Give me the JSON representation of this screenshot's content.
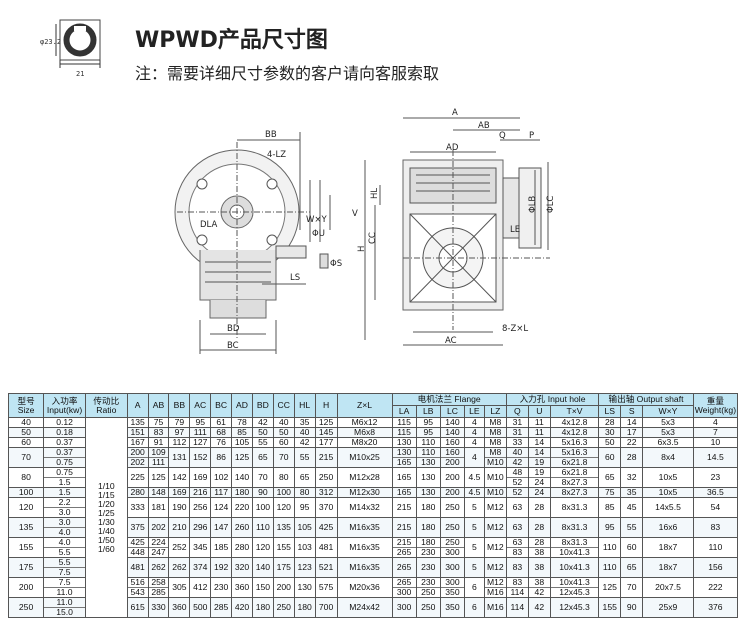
{
  "header": {
    "title": "WPWD产品尺寸图",
    "note": "注：需要详细尺寸参数的客户请向客服索取"
  },
  "drawing_labels": {
    "shaft_icon": {
      "d": "φ23.2",
      "w": "21"
    },
    "left": [
      "BB",
      "4-LZ",
      "DLA",
      "W×Y",
      "V",
      "ΦU",
      "ΦS",
      "LS",
      "BD",
      "BC"
    ],
    "right": [
      "A",
      "AB",
      "Q",
      "P",
      "AD",
      "HL",
      "H",
      "CC",
      "ΦLB",
      "ΦLC",
      "LE",
      "8-Z×L",
      "AC"
    ]
  },
  "table": {
    "head1": [
      {
        "k": "size",
        "label1": "型号",
        "label2": "Size"
      },
      {
        "k": "power",
        "label1": "入功率",
        "label2": "Input(kw)"
      },
      {
        "k": "ratio",
        "label1": "传动比",
        "label2": "Ratio"
      }
    ],
    "dim_cols": [
      "A",
      "AB",
      "BB",
      "AC",
      "BC",
      "AD",
      "BD",
      "CC",
      "HL",
      "H"
    ],
    "zxl": "Z×L",
    "flange_group": "电机法兰 Flange",
    "flange_cols": [
      "LA",
      "LB",
      "LC",
      "LE",
      "LZ"
    ],
    "input_group": "入力孔 Input hole",
    "input_cols": [
      "Q",
      "U",
      "T×V"
    ],
    "output_group": "输出轴 Output shaft",
    "output_cols": [
      "LS",
      "S",
      "W×Y"
    ],
    "weight": {
      "label1": "重量",
      "label2": "Weight(kg)"
    },
    "ratios": [
      "1/10",
      "1/15",
      "1/20",
      "1/25",
      "1/30",
      "1/40",
      "1/50",
      "1/60"
    ],
    "rows": [
      {
        "size": "40",
        "power": [
          "0.12"
        ],
        "A": [
          "135"
        ],
        "AB": [
          "75"
        ],
        "BB": [
          "79"
        ],
        "AC": [
          "95"
        ],
        "BC": [
          "61"
        ],
        "AD": [
          "78"
        ],
        "BD": [
          "42"
        ],
        "CC": [
          "40"
        ],
        "HL": [
          "35"
        ],
        "H": [
          "125"
        ],
        "ZxL": "M6x12",
        "LA": [
          "115"
        ],
        "LB": [
          "95"
        ],
        "LC": [
          "140"
        ],
        "LE": [
          "4"
        ],
        "LZ": [
          "M8"
        ],
        "Q": [
          "31"
        ],
        "U": [
          "11"
        ],
        "TxV": [
          "4x12.8"
        ],
        "LS": "28",
        "S": "14",
        "WxY": "5x3",
        "W": "4"
      },
      {
        "size": "50",
        "power": [
          "0.18"
        ],
        "A": [
          "151"
        ],
        "AB": [
          "83"
        ],
        "BB": [
          "97"
        ],
        "AC": [
          "111"
        ],
        "BC": [
          "68"
        ],
        "AD": [
          "85"
        ],
        "BD": [
          "50"
        ],
        "CC": [
          "50"
        ],
        "HL": [
          "40"
        ],
        "H": [
          "145"
        ],
        "ZxL": "M6x8",
        "LA": [
          "115"
        ],
        "LB": [
          "95"
        ],
        "LC": [
          "140"
        ],
        "LE": [
          "4"
        ],
        "LZ": [
          "M8"
        ],
        "Q": [
          "31"
        ],
        "U": [
          "11"
        ],
        "TxV": [
          "4x12.8"
        ],
        "LS": "30",
        "S": "17",
        "WxY": "5x3",
        "W": "7"
      },
      {
        "size": "60",
        "power": [
          "0.37"
        ],
        "A": [
          "167"
        ],
        "AB": [
          "91"
        ],
        "BB": [
          "112"
        ],
        "AC": [
          "127"
        ],
        "BC": [
          "76"
        ],
        "AD": [
          "105"
        ],
        "BD": [
          "55"
        ],
        "CC": [
          "60"
        ],
        "HL": [
          "42"
        ],
        "H": [
          "177"
        ],
        "ZxL": "M8x20",
        "LA": [
          "130"
        ],
        "LB": [
          "110"
        ],
        "LC": [
          "160"
        ],
        "LE": [
          "4"
        ],
        "LZ": [
          "M8"
        ],
        "Q": [
          "33"
        ],
        "U": [
          "14"
        ],
        "TxV": [
          "5x16.3"
        ],
        "LS": "50",
        "S": "22",
        "WxY": "6x3.5",
        "W": "10"
      },
      {
        "size": "70",
        "power": [
          "0.37",
          "0.75"
        ],
        "A": [
          "200",
          "202"
        ],
        "AB": [
          "109",
          "111"
        ],
        "BB": [
          "131"
        ],
        "AC": [
          "152"
        ],
        "BC": [
          "86"
        ],
        "AD": [
          "125"
        ],
        "BD": [
          "65"
        ],
        "CC": [
          "70"
        ],
        "HL": [
          "55"
        ],
        "H": [
          "215"
        ],
        "ZxL": "M10x25",
        "LA": [
          "130",
          "165"
        ],
        "LB": [
          "110",
          "130"
        ],
        "LC": [
          "160",
          "200"
        ],
        "LE": [
          "4"
        ],
        "LZ": [
          "M8",
          "M10"
        ],
        "Q": [
          "40",
          "42"
        ],
        "U": [
          "14",
          "19"
        ],
        "TxV": [
          "5x16.3",
          "6x21.8"
        ],
        "LS": "60",
        "S": "28",
        "WxY": "8x4",
        "W": "14.5"
      },
      {
        "size": "80",
        "power": [
          "0.75",
          "1.5"
        ],
        "A": [
          "225"
        ],
        "AB": [
          "125"
        ],
        "BB": [
          "142"
        ],
        "AC": [
          "169"
        ],
        "BC": [
          "102"
        ],
        "AD": [
          "140"
        ],
        "BD": [
          "70"
        ],
        "CC": [
          "80"
        ],
        "HL": [
          "65"
        ],
        "H": [
          "250"
        ],
        "ZxL": "M12x28",
        "LA": [
          "165"
        ],
        "LB": [
          "130"
        ],
        "LC": [
          "200"
        ],
        "LE": [
          "4.5"
        ],
        "LZ": [
          "M10"
        ],
        "Q": [
          "48",
          "52"
        ],
        "U": [
          "19",
          "24"
        ],
        "TxV": [
          "6x21.8",
          "8x27.3"
        ],
        "LS": "65",
        "S": "32",
        "WxY": "10x5",
        "W": "23"
      },
      {
        "size": "100",
        "power": [
          "1.5"
        ],
        "A": [
          "280"
        ],
        "AB": [
          "148"
        ],
        "BB": [
          "169"
        ],
        "AC": [
          "216"
        ],
        "BC": [
          "117"
        ],
        "AD": [
          "180"
        ],
        "BD": [
          "90"
        ],
        "CC": [
          "100"
        ],
        "HL": [
          "80"
        ],
        "H": [
          "312"
        ],
        "ZxL": "M12x30",
        "LA": [
          "165"
        ],
        "LB": [
          "130"
        ],
        "LC": [
          "200"
        ],
        "LE": [
          "4.5"
        ],
        "LZ": [
          "M10"
        ],
        "Q": [
          "52"
        ],
        "U": [
          "24"
        ],
        "TxV": [
          "8x27.3"
        ],
        "LS": "75",
        "S": "35",
        "WxY": "10x5",
        "W": "36.5"
      },
      {
        "size": "120",
        "power": [
          "2.2",
          "3.0"
        ],
        "A": [
          "333"
        ],
        "AB": [
          "181"
        ],
        "BB": [
          "190"
        ],
        "AC": [
          "256"
        ],
        "BC": [
          "124"
        ],
        "AD": [
          "220"
        ],
        "BD": [
          "100"
        ],
        "CC": [
          "120"
        ],
        "HL": [
          "95"
        ],
        "H": [
          "370"
        ],
        "ZxL": "M14x32",
        "LA": [
          "215"
        ],
        "LB": [
          "180"
        ],
        "LC": [
          "250"
        ],
        "LE": [
          "5"
        ],
        "LZ": [
          "M12"
        ],
        "Q": [
          "63"
        ],
        "U": [
          "28"
        ],
        "TxV": [
          "8x31.3"
        ],
        "LS": "85",
        "S": "45",
        "WxY": "14x5.5",
        "W": "54"
      },
      {
        "size": "135",
        "power": [
          "3.0",
          "4.0"
        ],
        "A": [
          "375"
        ],
        "AB": [
          "202"
        ],
        "BB": [
          "210"
        ],
        "AC": [
          "296"
        ],
        "BC": [
          "147"
        ],
        "AD": [
          "260"
        ],
        "BD": [
          "110"
        ],
        "CC": [
          "135"
        ],
        "HL": [
          "105"
        ],
        "H": [
          "425"
        ],
        "ZxL": "M16x35",
        "LA": [
          "215"
        ],
        "LB": [
          "180"
        ],
        "LC": [
          "250"
        ],
        "LE": [
          "5"
        ],
        "LZ": [
          "M12"
        ],
        "Q": [
          "63"
        ],
        "U": [
          "28"
        ],
        "TxV": [
          "8x31.3"
        ],
        "LS": "95",
        "S": "55",
        "WxY": "16x6",
        "W": "83"
      },
      {
        "size": "155",
        "power": [
          "4.0",
          "5.5"
        ],
        "A": [
          "425",
          "448"
        ],
        "AB": [
          "224",
          "247"
        ],
        "BB": [
          "252"
        ],
        "AC": [
          "345"
        ],
        "BC": [
          "185"
        ],
        "AD": [
          "280"
        ],
        "BD": [
          "120"
        ],
        "CC": [
          "155"
        ],
        "HL": [
          "103"
        ],
        "H": [
          "481"
        ],
        "ZxL": "M16x35",
        "LA": [
          "215",
          "265"
        ],
        "LB": [
          "180",
          "230"
        ],
        "LC": [
          "250",
          "300"
        ],
        "LE": [
          "5"
        ],
        "LZ": [
          "M12"
        ],
        "Q": [
          "63",
          "83"
        ],
        "U": [
          "28",
          "38"
        ],
        "TxV": [
          "8x31.3",
          "10x41.3"
        ],
        "LS": "110",
        "S": "60",
        "WxY": "18x7",
        "W": "110"
      },
      {
        "size": "175",
        "power": [
          "5.5",
          "7.5"
        ],
        "A": [
          "481"
        ],
        "AB": [
          "262"
        ],
        "BB": [
          "262"
        ],
        "AC": [
          "374"
        ],
        "BC": [
          "192"
        ],
        "AD": [
          "320"
        ],
        "BD": [
          "140"
        ],
        "CC": [
          "175"
        ],
        "HL": [
          "123"
        ],
        "H": [
          "521"
        ],
        "ZxL": "M16x35",
        "LA": [
          "265"
        ],
        "LB": [
          "230"
        ],
        "LC": [
          "300"
        ],
        "LE": [
          "5"
        ],
        "LZ": [
          "M12"
        ],
        "Q": [
          "83"
        ],
        "U": [
          "38"
        ],
        "TxV": [
          "10x41.3"
        ],
        "LS": "110",
        "S": "65",
        "WxY": "18x7",
        "W": "156"
      },
      {
        "size": "200",
        "power": [
          "7.5",
          "11.0"
        ],
        "A": [
          "516",
          "543"
        ],
        "AB": [
          "258",
          "285"
        ],
        "BB": [
          "305"
        ],
        "AC": [
          "412"
        ],
        "BC": [
          "230"
        ],
        "AD": [
          "360"
        ],
        "BD": [
          "150"
        ],
        "CC": [
          "200"
        ],
        "HL": [
          "130"
        ],
        "H": [
          "575"
        ],
        "ZxL": "M20x36",
        "LA": [
          "265",
          "300"
        ],
        "LB": [
          "230",
          "250"
        ],
        "LC": [
          "300",
          "350"
        ],
        "LE": [
          "6"
        ],
        "LZ": [
          "M12",
          "M16"
        ],
        "Q": [
          "83",
          "114"
        ],
        "U": [
          "38",
          "42"
        ],
        "TxV": [
          "10x41.3",
          "12x45.3"
        ],
        "LS": "125",
        "S": "70",
        "WxY": "20x7.5",
        "W": "222"
      },
      {
        "size": "250",
        "power": [
          "11.0",
          "15.0"
        ],
        "A": [
          "615"
        ],
        "AB": [
          "330"
        ],
        "BB": [
          "360"
        ],
        "AC": [
          "500"
        ],
        "BC": [
          "285"
        ],
        "AD": [
          "420"
        ],
        "BD": [
          "180"
        ],
        "CC": [
          "250"
        ],
        "HL": [
          "180"
        ],
        "H": [
          "700"
        ],
        "ZxL": "M24x42",
        "LA": [
          "300"
        ],
        "LB": [
          "250"
        ],
        "LC": [
          "350"
        ],
        "LE": [
          "6"
        ],
        "LZ": [
          "M16"
        ],
        "Q": [
          "114"
        ],
        "U": [
          "42"
        ],
        "TxV": [
          "12x45.3"
        ],
        "LS": "155",
        "S": "90",
        "WxY": "25x9",
        "W": "376"
      }
    ]
  }
}
